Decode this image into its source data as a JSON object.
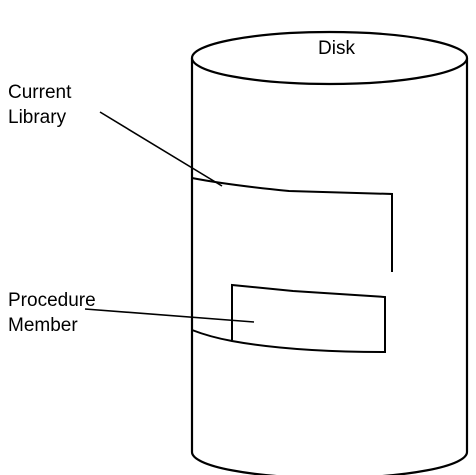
{
  "labels": {
    "disk": "Disk",
    "current_library": [
      "Current",
      "Library"
    ],
    "procedure_member": [
      "Procedure",
      "Member"
    ]
  },
  "colors": {
    "stroke": "#000000",
    "fill": "#ffffff"
  }
}
